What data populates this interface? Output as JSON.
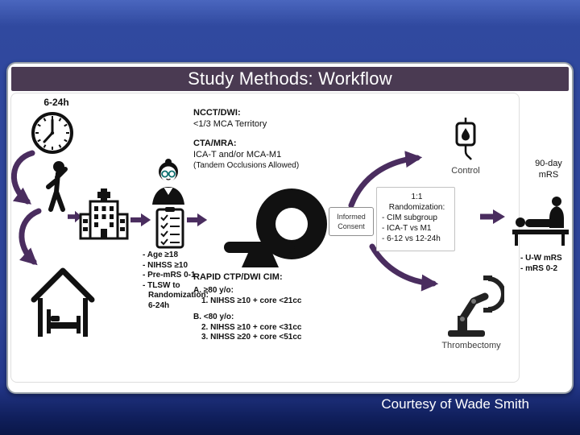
{
  "slide": {
    "title": "Study Methods: Workflow",
    "courtesy": "Courtesy of Wade Smith"
  },
  "workflow": {
    "timeframe": "6-24h",
    "imaging": {
      "ncct_header": "NCCT/DWI:",
      "ncct_detail": "<1/3 MCA Territory",
      "cta_header": "CTA/MRA:",
      "cta_detail": "ICA-T and/or MCA-M1",
      "cta_note": "(Tandem Occlusions Allowed)"
    },
    "criteria": [
      "- Age ≥18",
      "- NIHSS ≥10",
      "- Pre-mRS 0-1",
      "- TLSW to",
      "Randomization:",
      "6-24h"
    ],
    "rapid": {
      "title": "RAPID CTP/DWI CIM:",
      "group_a_header": "A. ≥80 y/o:",
      "group_a_item": "1. NIHSS ≥10 + core <21cc",
      "group_b_header": "B. <80 y/o:",
      "group_b_item1": "2. NIHSS ≥10 + core <31cc",
      "group_b_item2": "3. NIHSS ≥20 + core <51cc"
    },
    "informed_consent_line1": "Informed",
    "informed_consent_line2": "Consent",
    "randomization": {
      "ratio": "1:1",
      "header": "Randomization:",
      "items": [
        "- CIM subgroup",
        "- ICA-T vs M1",
        "- 6-12 vs 12-24h"
      ]
    },
    "control_label": "Control",
    "thrombectomy_label": "Thrombectomy",
    "outcome": {
      "header_line1": "90-day",
      "header_line2": "mRS",
      "items": [
        "- U-W mRS",
        "- mRS 0-2"
      ]
    }
  },
  "colors": {
    "title_bar": "#4a3a52",
    "arrow_purple": "#4a2d5f",
    "slide_blue": "#2c4397"
  }
}
